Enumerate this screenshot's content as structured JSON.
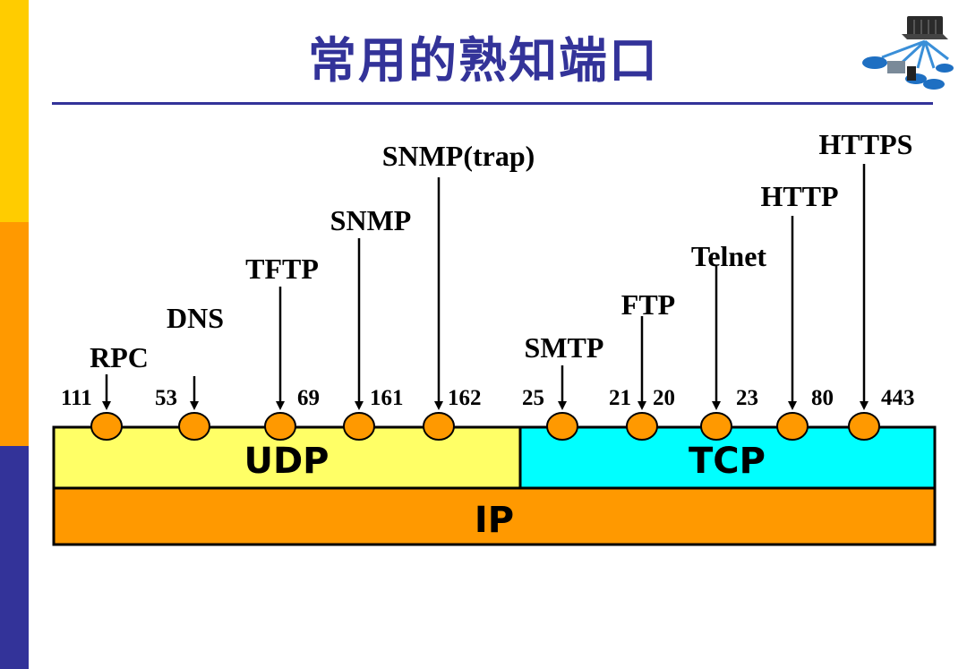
{
  "slide": {
    "title": "常用的熟知端口",
    "accent_color": "#333399",
    "side_bar_colors": [
      "#FFCC00",
      "#FF9900",
      "#333399"
    ],
    "icon": "network-servers-icon"
  },
  "layers": {
    "udp": {
      "label": "UDP",
      "color": "#FFFF66"
    },
    "tcp": {
      "label": "TCP",
      "color": "#00FFFF"
    },
    "ip": {
      "label": "IP",
      "color": "#FF9900"
    }
  },
  "port_color": "#FF9900",
  "ports": [
    {
      "protocol": "RPC",
      "port": "111"
    },
    {
      "protocol": "DNS",
      "port": "53"
    },
    {
      "protocol": "TFTP",
      "port": "69"
    },
    {
      "protocol": "SNMP",
      "port": "161"
    },
    {
      "protocol": "SNMP(trap)",
      "port": "162"
    },
    {
      "protocol": "SMTP",
      "port": "25"
    },
    {
      "protocol": "FTP",
      "port": "21"
    },
    {
      "protocol": "FTP",
      "port": "20"
    },
    {
      "protocol": "Telnet",
      "port": "23"
    },
    {
      "protocol": "HTTP",
      "port": "80"
    },
    {
      "protocol": "HTTPS",
      "port": "443"
    }
  ]
}
